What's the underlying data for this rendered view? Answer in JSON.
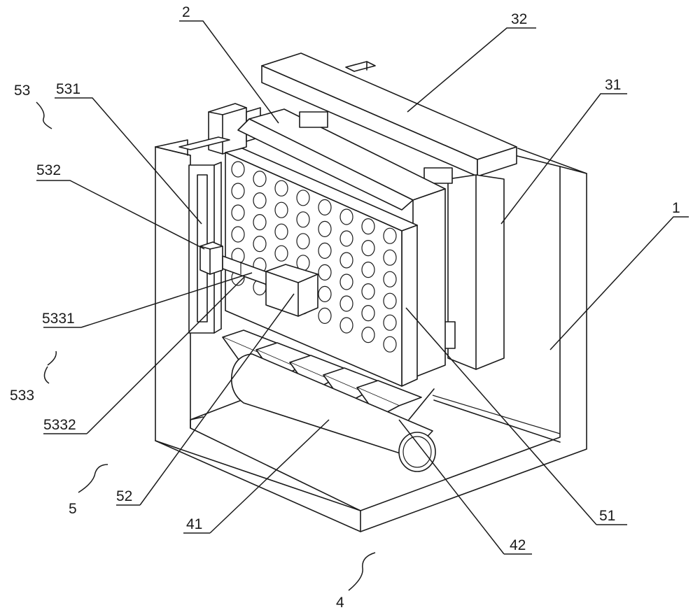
{
  "labels": {
    "l53": "53",
    "l531": "531",
    "l532": "532",
    "l5331": "5331",
    "l533": "533",
    "l5332": "5332",
    "l5": "5",
    "l52": "52",
    "l41": "41",
    "l4": "4",
    "l42": "42",
    "l51": "51",
    "l1": "1",
    "l31": "31",
    "l32": "32",
    "l2": "2"
  }
}
